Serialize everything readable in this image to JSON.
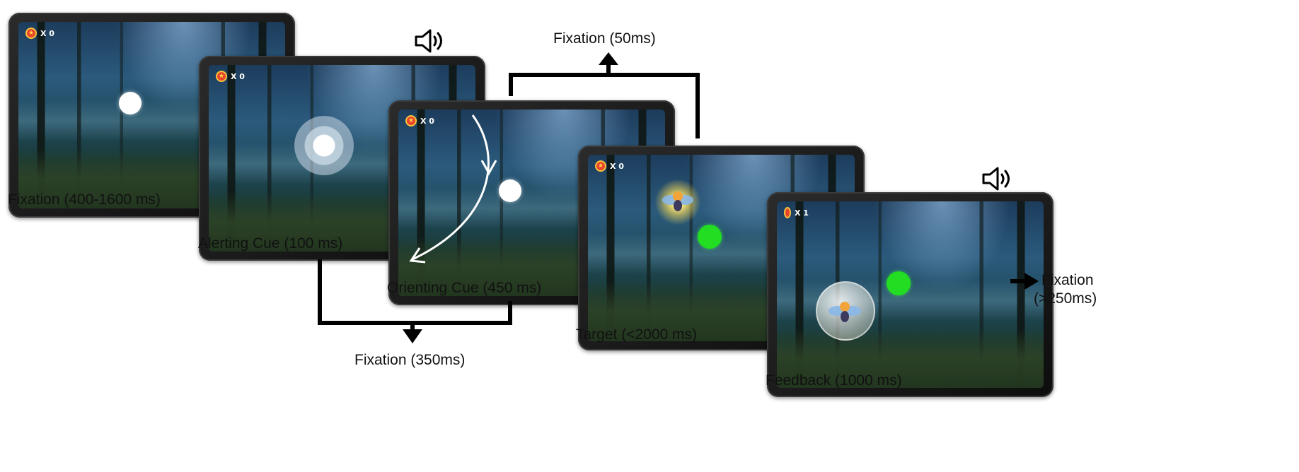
{
  "frames": [
    {
      "caption": "Fixation (400-1600 ms)",
      "score_text": "X 0",
      "coin_icon": "star-coin-icon"
    },
    {
      "caption": "Alerting Cue (100 ms)",
      "score_text": "X 0",
      "coin_icon": "star-coin-icon",
      "sound_icon": "speaker-icon"
    },
    {
      "caption": "Orienting Cue (450 ms)",
      "score_text": "X 0",
      "coin_icon": "star-coin-icon"
    },
    {
      "caption": "Target (<2000 ms)",
      "score_text": "X 0",
      "coin_icon": "star-coin-icon"
    },
    {
      "caption": "Feedback (1000 ms)",
      "score_text": "X 1",
      "coin_icon": "coin-side-icon",
      "sound_icon": "speaker-icon"
    }
  ],
  "branches": {
    "fixation_top": "Fixation (50ms)",
    "fixation_bottom": "Fixation (350ms)",
    "fixation_end_line1": "Fixation",
    "fixation_end_line2": "(>250ms)"
  },
  "colors": {
    "green_target": "#22dd22",
    "cue_white": "#ffffff",
    "arrow_black": "#000000",
    "coin_red": "#e8442c",
    "coin_gold": "#f7c63b"
  }
}
